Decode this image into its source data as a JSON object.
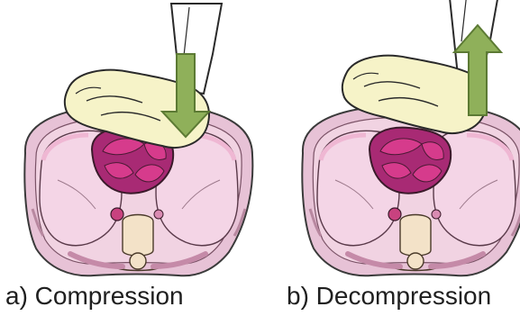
{
  "captions": {
    "compression": "a) Compression",
    "decompression": "b) Decompression"
  },
  "panels": [
    {
      "key": "compression",
      "arrow_direction": "down"
    },
    {
      "key": "decompression",
      "arrow_direction": "up"
    }
  ],
  "colors": {
    "arrow_fill": "#8fb05a",
    "arrow_stroke": "#5c7a34",
    "hand_fill": "#f6f3c8",
    "skin_outline": "#3a3a3a",
    "thorax_outer": "#e7c2d6",
    "lung_fill": "#f4d5e6",
    "pleura_fill": "#efb7d3",
    "heart_fill": "#a82a74",
    "heart_chambers": "#d63b8c",
    "spine_fill": "#f3e2c8"
  },
  "icons": {
    "arrow_down": "down-arrow-icon",
    "arrow_up": "up-arrow-icon"
  }
}
